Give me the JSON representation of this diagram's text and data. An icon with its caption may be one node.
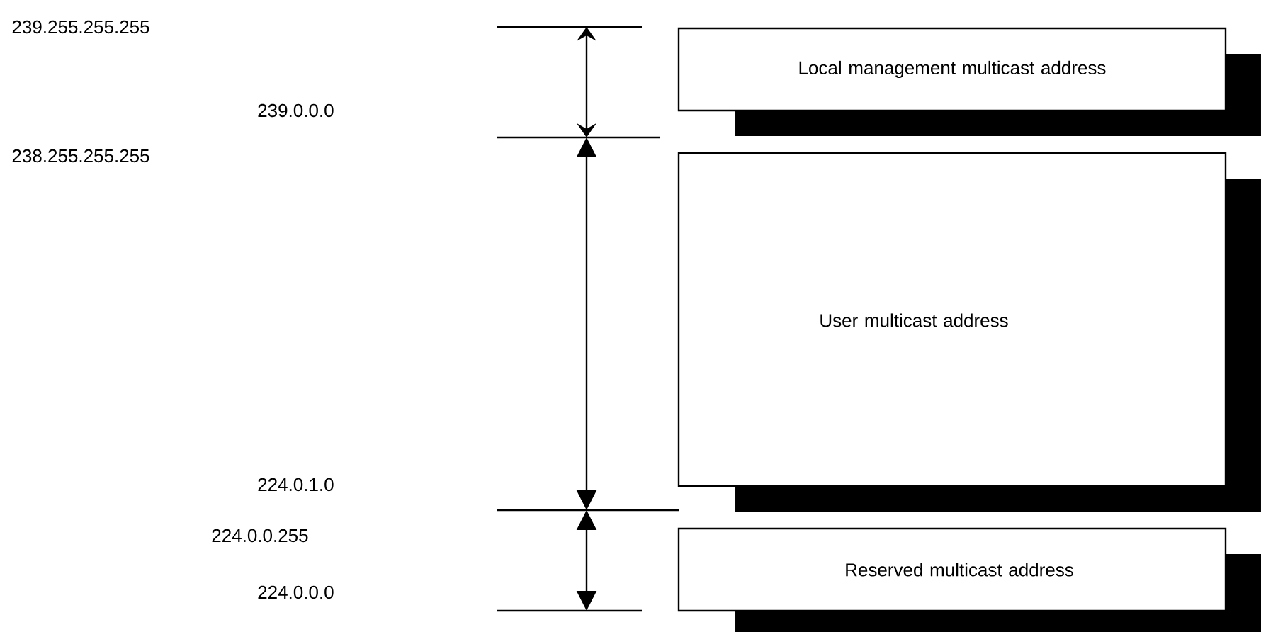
{
  "diagram": {
    "nodes": [
      {
        "text": [
          "Local management multicast address"
        ]
      },
      {
        "text": [
          "User multicast address"
        ]
      },
      {
        "text": [
          "Reserved multicast address"
        ]
      }
    ],
    "labels": [
      "239.255.255.255",
      "239.0.0.0",
      "238.255.255.255",
      "224.0.1.0",
      "224.0.0.255",
      "224.0.0.0"
    ]
  }
}
